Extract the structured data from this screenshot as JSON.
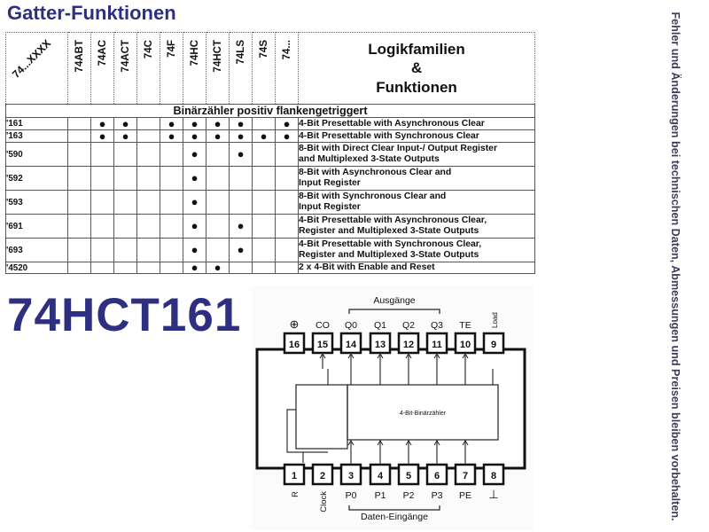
{
  "title": "Gatter-Funktionen",
  "side_note": "Fehler und Änderungen bei technischen Daten, Abmessungen und Preisen bleiben vorbehalten.",
  "part_number": "74HCT161",
  "table": {
    "corner_label": "74...XXXX",
    "family_header": [
      "Logikfamilien",
      "&",
      "Funktionen"
    ],
    "families": [
      "74ABT",
      "74AC",
      "74ACT",
      "74C",
      "74F",
      "74HC",
      "74HCT",
      "74LS",
      "74S",
      "74..."
    ],
    "section_title": "Binärzähler positiv flankengetriggert",
    "dot": "●",
    "rows": [
      {
        "type": "'161",
        "marks": [
          0,
          1,
          1,
          0,
          1,
          1,
          1,
          1,
          0,
          1
        ],
        "desc": [
          "4-Bit Presettable with Asynchronous Clear"
        ]
      },
      {
        "type": "'163",
        "marks": [
          0,
          1,
          1,
          0,
          1,
          1,
          1,
          1,
          1,
          1
        ],
        "desc": [
          "4-Bit Presettable with Synchronous Clear"
        ]
      },
      {
        "type": "'590",
        "marks": [
          0,
          0,
          0,
          0,
          0,
          1,
          0,
          1,
          0,
          0
        ],
        "desc": [
          "8-Bit with Direct Clear Input-/ Output Register",
          "and Multiplexed 3-State Outputs"
        ]
      },
      {
        "type": "'592",
        "marks": [
          0,
          0,
          0,
          0,
          0,
          1,
          0,
          0,
          0,
          0
        ],
        "desc": [
          "8-Bit with Asynchronous Clear and",
          "Input Register"
        ]
      },
      {
        "type": "'593",
        "marks": [
          0,
          0,
          0,
          0,
          0,
          1,
          0,
          0,
          0,
          0
        ],
        "desc": [
          "8-Bit with Synchronous Clear and",
          "Input Register"
        ]
      },
      {
        "type": "'691",
        "marks": [
          0,
          0,
          0,
          0,
          0,
          1,
          0,
          1,
          0,
          0
        ],
        "desc": [
          "4-Bit Presettable with Asynchronous Clear,",
          "Register and Multiplexed 3-State Outputs"
        ]
      },
      {
        "type": "'693",
        "marks": [
          0,
          0,
          0,
          0,
          0,
          1,
          0,
          1,
          0,
          0
        ],
        "desc": [
          "4-Bit Presettable with Synchronous Clear,",
          "Register and Multiplexed 3-State Outputs"
        ]
      },
      {
        "type": "'4520",
        "marks": [
          0,
          0,
          0,
          0,
          0,
          1,
          1,
          0,
          0,
          0
        ],
        "desc": [
          "2 x 4-Bit with Enable and Reset"
        ]
      }
    ]
  },
  "pinout": {
    "outputs_label": "Ausgänge",
    "inputs_label": "Daten-Eingänge",
    "core_label": "4-Bit-Binärzähler",
    "top_pins": [
      {
        "num": "16",
        "label": "⊕"
      },
      {
        "num": "15",
        "label": "CO"
      },
      {
        "num": "14",
        "label": "Q0"
      },
      {
        "num": "13",
        "label": "Q1"
      },
      {
        "num": "12",
        "label": "Q2"
      },
      {
        "num": "11",
        "label": "Q3"
      },
      {
        "num": "10",
        "label": "TE"
      },
      {
        "num": "9",
        "label": "Load"
      }
    ],
    "bottom_pins": [
      {
        "num": "1",
        "label": "R"
      },
      {
        "num": "2",
        "label": "Clock"
      },
      {
        "num": "3",
        "label": "P0"
      },
      {
        "num": "4",
        "label": "P1"
      },
      {
        "num": "5",
        "label": "P2"
      },
      {
        "num": "6",
        "label": "P3"
      },
      {
        "num": "7",
        "label": "PE"
      },
      {
        "num": "8",
        "label": "⊥"
      }
    ]
  }
}
